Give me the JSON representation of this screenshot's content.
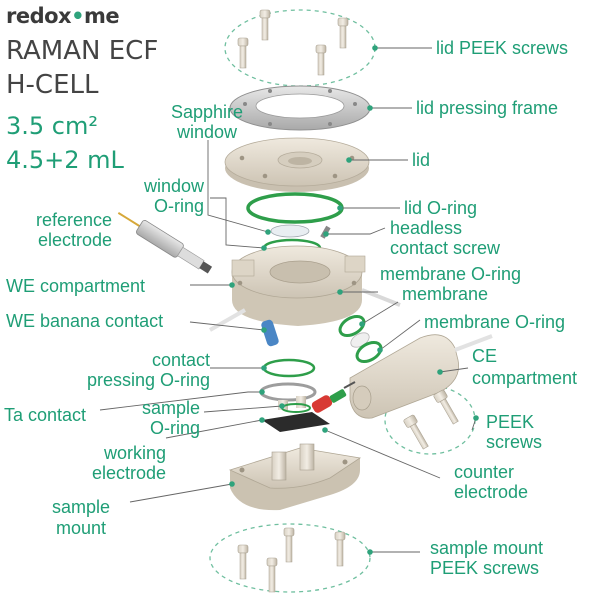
{
  "brand": {
    "part1": "redox",
    "part2": "me",
    "dot": "•"
  },
  "header": {
    "title_line1": "RAMAN ECF",
    "title_line2": "H-CELL",
    "area": "3.5 cm²",
    "volume": "4.5+2 mL"
  },
  "labels": {
    "lid_peek_screws": "lid PEEK screws",
    "lid_pressing_frame": "lid pressing frame",
    "sapphire_window_1": "Sapphire",
    "sapphire_window_2": "window",
    "lid": "lid",
    "window_oring_1": "window",
    "window_oring_2": "O-ring",
    "lid_oring": "lid O-ring",
    "reference_electrode_1": "reference",
    "reference_electrode_2": "electrode",
    "headless_1": "headless",
    "headless_2": "contact screw",
    "membrane_oring_top": "membrane O-ring",
    "we_compartment": "WE compartment",
    "membrane": "membrane",
    "we_banana_contact": "WE banana contact",
    "membrane_oring_bottom": "membrane O-ring",
    "contact_1": "contact",
    "contact_2": "pressing O-ring",
    "ce_1": "CE",
    "ce_2": "compartment",
    "ta_contact": "Ta contact",
    "sample_oring_1": "sample",
    "sample_oring_2": "O-ring",
    "peek_screws_1": "PEEK",
    "peek_screws_2": "screws",
    "working_electrode_1": "working",
    "working_electrode_2": "electrode",
    "counter_electrode_1": "counter",
    "counter_electrode_2": "electrode",
    "sample_mount_1": "sample",
    "sample_mount_2": "mount",
    "mount_screws_1": "sample mount",
    "mount_screws_2": "PEEK screws"
  },
  "colors": {
    "accent": "#1f9e76",
    "peek": "#e6ded0",
    "peek_dark": "#bfb6a6",
    "oring": "#2e9e4a",
    "metal": "#c9c9c9",
    "red": "#d83a34",
    "blue": "#4a86c5"
  }
}
